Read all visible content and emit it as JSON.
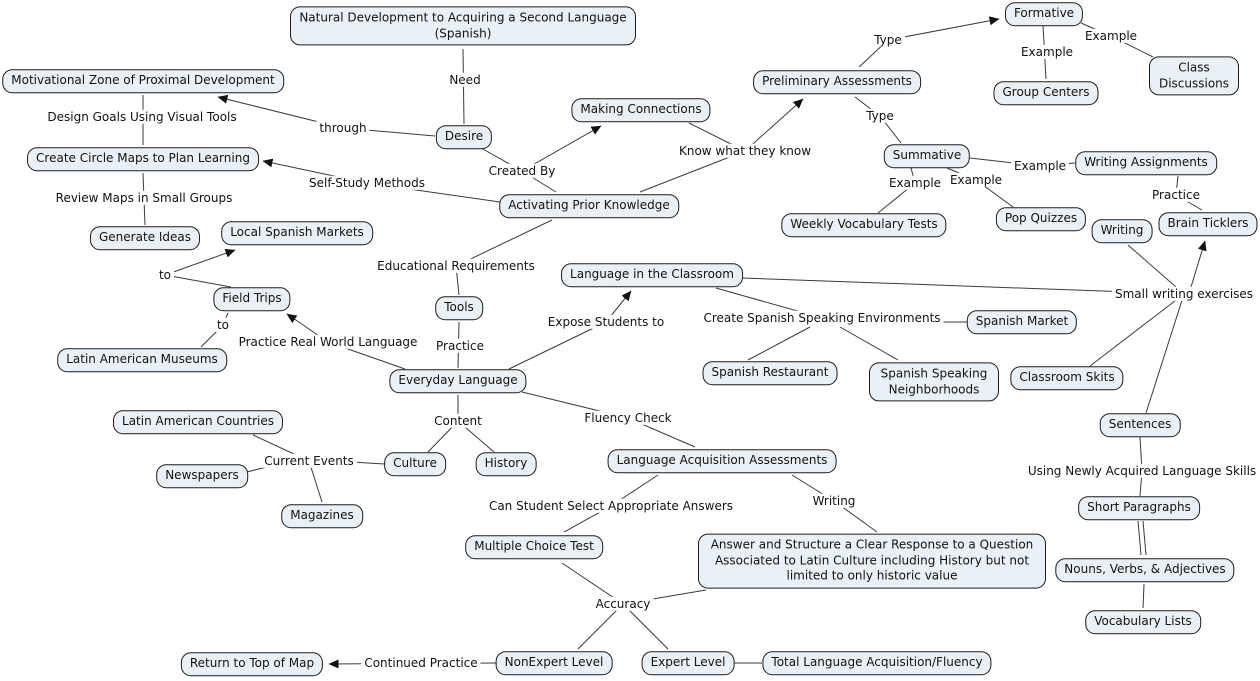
{
  "colors": {
    "background": "#ffffff",
    "node_fill": "#e9f1f6",
    "node_border": "#1c1c1c",
    "connector": "#3a3a3a",
    "text": "#121212"
  },
  "nodes": {
    "natural_development": "Natural Development to Acquiring a Second Language (Spanish)",
    "mzpd": "Motivational Zone of Proximal Development",
    "circle_maps": "Create Circle Maps to Plan Learning",
    "generate_ideas": "Generate Ideas",
    "local_markets": "Local Spanish Markets",
    "field_trips": "Field Trips",
    "museums": "Latin American Museums",
    "desire": "Desire",
    "making_connections": "Making Connections",
    "apk": "Activating Prior Knowledge",
    "preliminary": "Preliminary Assessments",
    "formative": "Formative",
    "group_centers": "Group Centers",
    "class_discussions": "Class Discussions",
    "summative": "Summative",
    "weekly_vocab": "Weekly Vocabulary Tests",
    "pop_quizzes": "Pop Quizzes",
    "writing_assignments": "Writing Assignments",
    "writing_box": "Writing",
    "brain_ticklers": "Brain Ticklers",
    "lic": "Language in the Classroom",
    "tools": "Tools",
    "everyday": "Everyday Language",
    "spanish_market": "Spanish Market",
    "spanish_restaurant": "Spanish Restaurant",
    "ssn": "Spanish Speaking Neighborhoods",
    "classroom_skits": "Classroom Skits",
    "sentences": "Sentences",
    "lac": "Latin American Countries",
    "newspapers": "Newspapers",
    "magazines": "Magazines",
    "culture": "Culture",
    "history": "History",
    "laa": "Language Acquisition Assessments",
    "mct": "Multiple Choice Test",
    "answer_box": "Answer and Structure a Clear Response to a Question Associated to Latin Culture including History but not limited to only historic value",
    "short_paragraphs": "Short Paragraphs",
    "nouns": "Nouns, Verbs, & Adjectives",
    "vocab_lists": "Vocabulary Lists",
    "return_top": "Return to Top of Map",
    "nonexpert": "NonExpert Level",
    "expert": "Expert Level",
    "total": "Total Language Acquisition/Fluency"
  },
  "phrases": {
    "need": "Need",
    "design_goals": "Design Goals Using Visual Tools",
    "through": "through",
    "review_maps": "Review Maps in Small Groups",
    "self_study": "Self-Study Methods",
    "created_by": "Created By",
    "know_what": "Know what they know",
    "type_1": "Type",
    "type_2": "Type",
    "example_1": "Example",
    "example_2": "Example",
    "example_3": "Example",
    "example_4": "Example",
    "example_5": "Example",
    "practice_1": "Practice",
    "practice_2": "Practice",
    "edu_req": "Educational Requirements",
    "to_1": "to",
    "to_2": "to",
    "prwl": "Practice Real World Language",
    "expose": "Expose Students to",
    "csse": "Create Spanish Speaking Environments",
    "swe": "Small writing exercises",
    "content": "Content",
    "current_events": "Current Events",
    "fluency_check": "Fluency Check",
    "can_student": "Can Student Select Appropriate Answers",
    "writing_lbl": "Writing",
    "accuracy": "Accuracy",
    "continued_practice": "Continued Practice",
    "unals": "Using Newly Acquired Language Skills"
  },
  "edges": [
    {
      "from": "natural_development",
      "label": "Need",
      "to": "desire",
      "arrow": false
    },
    {
      "from": "desire",
      "label": "through",
      "to": "mzpd",
      "arrow": true
    },
    {
      "from": "mzpd",
      "label": "Design Goals Using Visual Tools",
      "to": "circle_maps",
      "arrow": false
    },
    {
      "from": "circle_maps",
      "label": "Review Maps in Small Groups",
      "to": "generate_ideas",
      "arrow": false
    },
    {
      "from": "apk",
      "label": "Self-Study Methods",
      "to": "circle_maps",
      "arrow": true
    },
    {
      "from": "desire",
      "label": "Created By",
      "to": "apk",
      "arrow": false
    },
    {
      "from": "desire",
      "label": "Created By",
      "to": "making_connections",
      "arrow": true
    },
    {
      "from": "making_connections",
      "label": "Know what they know",
      "to": "preliminary",
      "arrow": true
    },
    {
      "from": "apk",
      "label": "Know what they know",
      "to": "preliminary",
      "arrow": true
    },
    {
      "from": "preliminary",
      "label": "Type",
      "to": "formative",
      "arrow": true
    },
    {
      "from": "formative",
      "label": "Example",
      "to": "group_centers",
      "arrow": false
    },
    {
      "from": "formative",
      "label": "Example",
      "to": "class_discussions",
      "arrow": false
    },
    {
      "from": "preliminary",
      "label": "Type",
      "to": "summative",
      "arrow": false
    },
    {
      "from": "summative",
      "label": "Example",
      "to": "weekly_vocab",
      "arrow": false
    },
    {
      "from": "summative",
      "label": "Example",
      "to": "pop_quizzes",
      "arrow": false
    },
    {
      "from": "summative",
      "label": "Example",
      "to": "writing_assignments",
      "arrow": false
    },
    {
      "from": "writing_assignments",
      "label": "Practice",
      "to": "brain_ticklers",
      "arrow": false
    },
    {
      "from": "writing_box",
      "label": "Small writing exercises",
      "to": "brain_ticklers",
      "arrow": true
    },
    {
      "from": "lic",
      "label": "Small writing exercises",
      "to": "classroom_skits",
      "arrow": false
    },
    {
      "from": "lic",
      "label": "Small writing exercises",
      "to": "sentences",
      "arrow": false
    },
    {
      "from": "sentences",
      "label": "Using Newly Acquired Language Skills",
      "to": "short_paragraphs",
      "arrow": false
    },
    {
      "from": "short_paragraphs",
      "label": "",
      "to": "nouns",
      "arrow": false
    },
    {
      "from": "nouns",
      "label": "",
      "to": "vocab_lists",
      "arrow": false
    },
    {
      "from": "everyday",
      "label": "Expose Students to",
      "to": "lic",
      "arrow": true
    },
    {
      "from": "lic",
      "label": "Create Spanish Speaking Environments",
      "to": "spanish_market",
      "arrow": false
    },
    {
      "from": "lic",
      "label": "Create Spanish Speaking Environments",
      "to": "spanish_restaurant",
      "arrow": false
    },
    {
      "from": "lic",
      "label": "Create Spanish Speaking Environments",
      "to": "ssn",
      "arrow": false
    },
    {
      "from": "apk",
      "label": "Educational Requirements",
      "to": "tools",
      "arrow": false
    },
    {
      "from": "tools",
      "label": "Practice",
      "to": "everyday",
      "arrow": false
    },
    {
      "from": "everyday",
      "label": "Practice Real World Language",
      "to": "field_trips",
      "arrow": true
    },
    {
      "from": "field_trips",
      "label": "to",
      "to": "local_markets",
      "arrow": true
    },
    {
      "from": "field_trips",
      "label": "to",
      "to": "museums",
      "arrow": false
    },
    {
      "from": "everyday",
      "label": "Content",
      "to": "culture",
      "arrow": false
    },
    {
      "from": "everyday",
      "label": "Content",
      "to": "history",
      "arrow": false
    },
    {
      "from": "lac",
      "label": "Current Events",
      "to": "magazines",
      "arrow": false
    },
    {
      "from": "newspapers",
      "label": "Current Events",
      "to": "culture",
      "arrow": false
    },
    {
      "from": "everyday",
      "label": "Fluency Check",
      "to": "laa",
      "arrow": false
    },
    {
      "from": "laa",
      "label": "Can Student Select Appropriate Answers",
      "to": "mct",
      "arrow": false
    },
    {
      "from": "laa",
      "label": "Writing",
      "to": "answer_box",
      "arrow": false
    },
    {
      "from": "mct",
      "label": "Accuracy",
      "to": "nonexpert",
      "arrow": false
    },
    {
      "from": "answer_box",
      "label": "Accuracy",
      "to": "expert",
      "arrow": false
    },
    {
      "from": "nonexpert",
      "label": "Continued Practice",
      "to": "return_top",
      "arrow": true
    },
    {
      "from": "expert",
      "label": "",
      "to": "total",
      "arrow": false
    }
  ]
}
